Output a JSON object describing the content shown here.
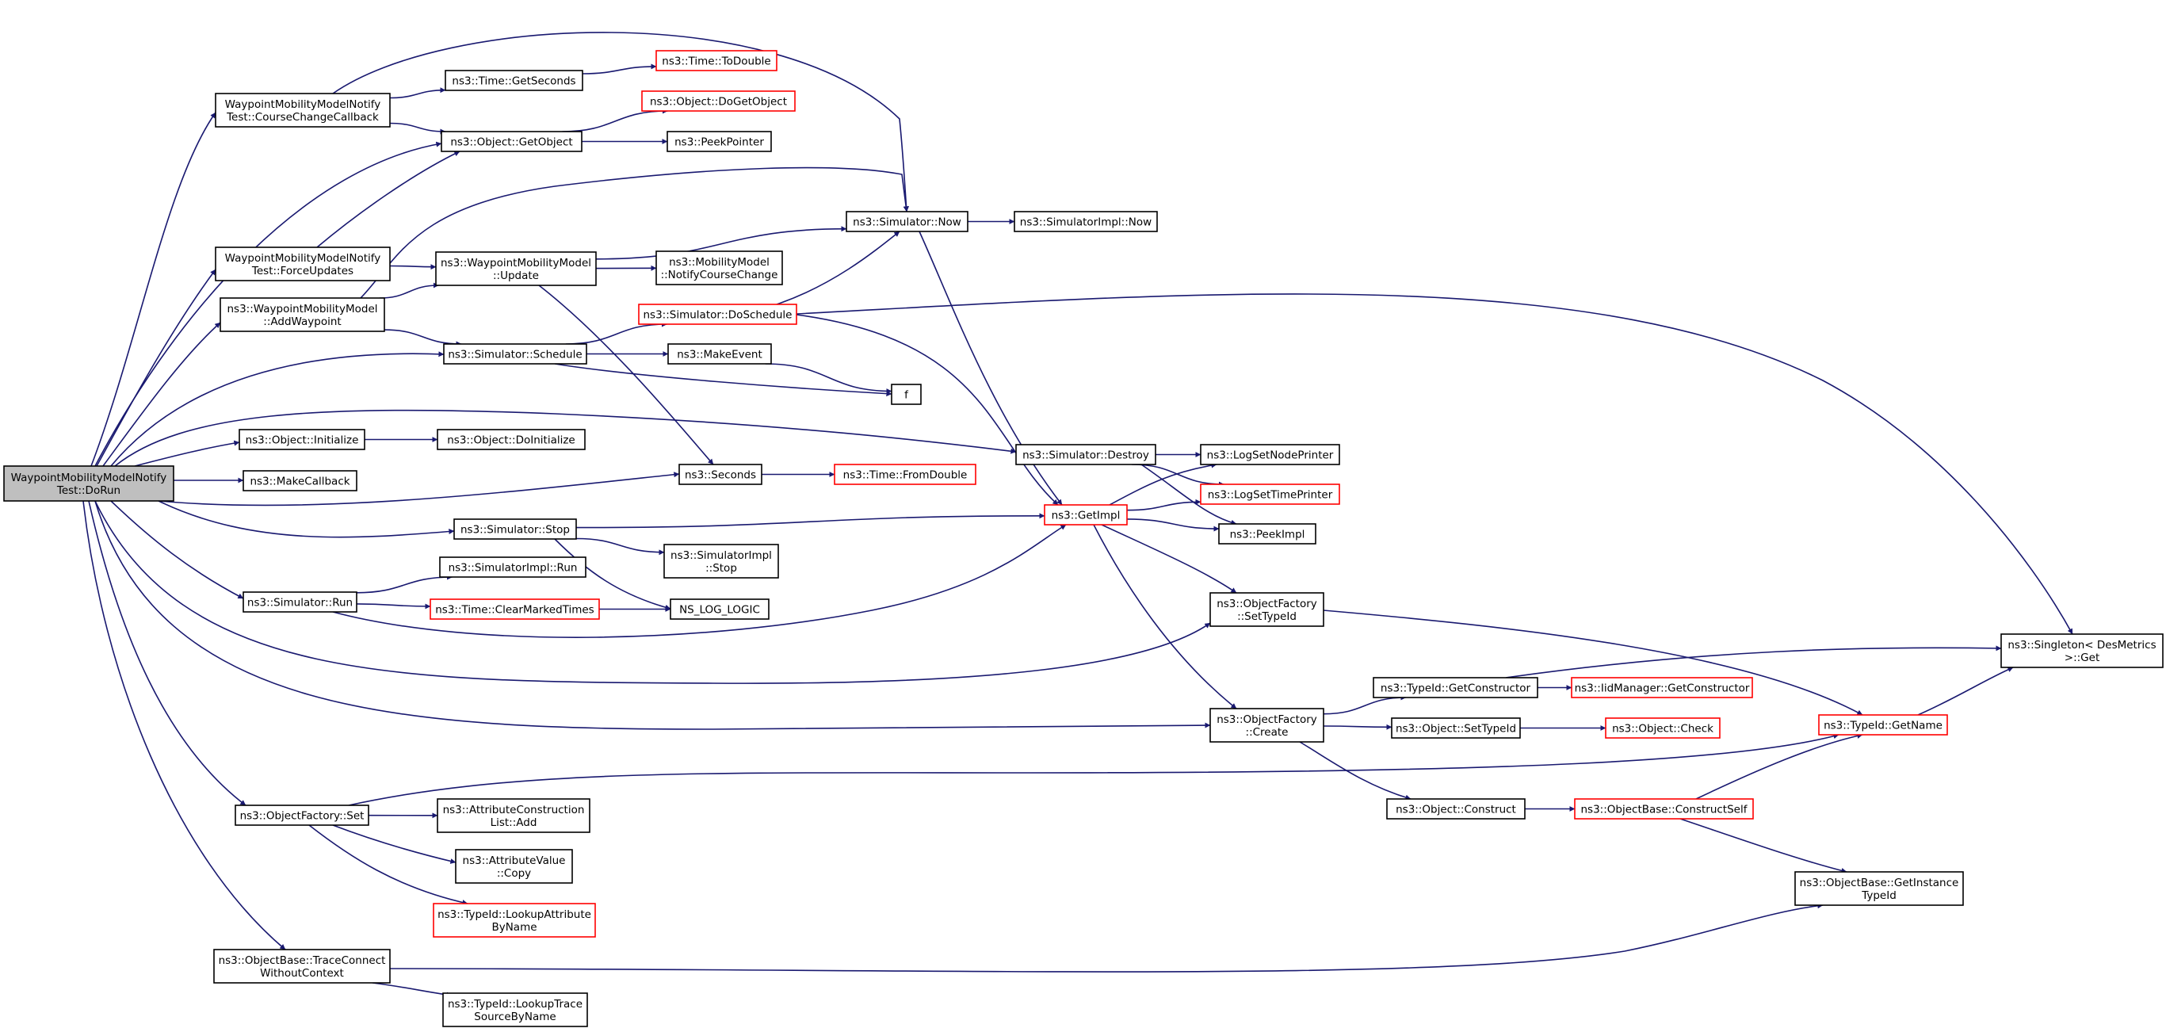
{
  "colors": {
    "edge": "#191970",
    "node_border": "#000000",
    "truncated_border": "#ff0000",
    "root_fill": "#bfbfbf",
    "node_fill": "#ffffff"
  },
  "nodes": [
    {
      "id": "root",
      "lines": [
        "WaypointMobilityModelNotify",
        "Test::DoRun"
      ],
      "style": "root"
    },
    {
      "id": "ccb",
      "lines": [
        "WaypointMobilityModelNotify",
        "Test::CourseChangeCallback"
      ],
      "style": "normal"
    },
    {
      "id": "getseconds",
      "lines": [
        "ns3::Time::GetSeconds"
      ],
      "style": "normal"
    },
    {
      "id": "todouble",
      "lines": [
        "ns3::Time::ToDouble"
      ],
      "style": "truncated"
    },
    {
      "id": "dogetobject",
      "lines": [
        "ns3::Object::DoGetObject"
      ],
      "style": "truncated"
    },
    {
      "id": "getobject",
      "lines": [
        "ns3::Object::GetObject"
      ],
      "style": "normal"
    },
    {
      "id": "peekpointer",
      "lines": [
        "ns3::PeekPointer"
      ],
      "style": "normal"
    },
    {
      "id": "forceupdates",
      "lines": [
        "WaypointMobilityModelNotify",
        "Test::ForceUpdates"
      ],
      "style": "normal"
    },
    {
      "id": "now",
      "lines": [
        "ns3::Simulator::Now"
      ],
      "style": "normal"
    },
    {
      "id": "implnow",
      "lines": [
        "ns3::SimulatorImpl::Now"
      ],
      "style": "normal"
    },
    {
      "id": "update",
      "lines": [
        "ns3::WaypointMobilityModel",
        "::Update"
      ],
      "style": "normal"
    },
    {
      "id": "notifycc",
      "lines": [
        "ns3::MobilityModel",
        "::NotifyCourseChange"
      ],
      "style": "normal"
    },
    {
      "id": "addwaypoint",
      "lines": [
        "ns3::WaypointMobilityModel",
        "::AddWaypoint"
      ],
      "style": "normal"
    },
    {
      "id": "doschedule",
      "lines": [
        "ns3::Simulator::DoSchedule"
      ],
      "style": "truncated"
    },
    {
      "id": "schedule",
      "lines": [
        "ns3::Simulator::Schedule"
      ],
      "style": "normal"
    },
    {
      "id": "makeevent",
      "lines": [
        "ns3::MakeEvent"
      ],
      "style": "normal"
    },
    {
      "id": "f",
      "lines": [
        "f"
      ],
      "style": "normal"
    },
    {
      "id": "initialize",
      "lines": [
        "ns3::Object::Initialize"
      ],
      "style": "normal"
    },
    {
      "id": "doinitialize",
      "lines": [
        "ns3::Object::DoInitialize"
      ],
      "style": "normal"
    },
    {
      "id": "destroy",
      "lines": [
        "ns3::Simulator::Destroy"
      ],
      "style": "normal"
    },
    {
      "id": "lognode",
      "lines": [
        "ns3::LogSetNodePrinter"
      ],
      "style": "normal"
    },
    {
      "id": "logtime",
      "lines": [
        "ns3::LogSetTimePrinter"
      ],
      "style": "truncated"
    },
    {
      "id": "makecallback",
      "lines": [
        "ns3::MakeCallback"
      ],
      "style": "normal"
    },
    {
      "id": "seconds",
      "lines": [
        "ns3::Seconds"
      ],
      "style": "normal"
    },
    {
      "id": "fromdouble",
      "lines": [
        "ns3::Time::FromDouble"
      ],
      "style": "truncated"
    },
    {
      "id": "getimpl",
      "lines": [
        "ns3::GetImpl"
      ],
      "style": "truncated"
    },
    {
      "id": "peekimpl",
      "lines": [
        "ns3::PeekImpl"
      ],
      "style": "normal"
    },
    {
      "id": "stop",
      "lines": [
        "ns3::Simulator::Stop"
      ],
      "style": "normal"
    },
    {
      "id": "implstop",
      "lines": [
        "ns3::SimulatorImpl",
        "::Stop"
      ],
      "style": "normal"
    },
    {
      "id": "run",
      "lines": [
        "ns3::Simulator::Run"
      ],
      "style": "normal"
    },
    {
      "id": "implrun",
      "lines": [
        "ns3::SimulatorImpl::Run"
      ],
      "style": "normal"
    },
    {
      "id": "clearmarked",
      "lines": [
        "ns3::Time::ClearMarkedTimes"
      ],
      "style": "truncated"
    },
    {
      "id": "nslog",
      "lines": [
        "NS_LOG_LOGIC"
      ],
      "style": "normal"
    },
    {
      "id": "settypeid_factory",
      "lines": [
        "ns3::ObjectFactory",
        "::SetTypeId"
      ],
      "style": "normal"
    },
    {
      "id": "singleton",
      "lines": [
        "ns3::Singleton< DesMetrics",
        " >::Get"
      ],
      "style": "normal"
    },
    {
      "id": "getconstructor",
      "lines": [
        "ns3::TypeId::GetConstructor"
      ],
      "style": "normal"
    },
    {
      "id": "iidmanager",
      "lines": [
        "ns3::IidManager::GetConstructor"
      ],
      "style": "truncated"
    },
    {
      "id": "create",
      "lines": [
        "ns3::ObjectFactory",
        "::Create"
      ],
      "style": "normal"
    },
    {
      "id": "objsettypeid",
      "lines": [
        "ns3::Object::SetTypeId"
      ],
      "style": "normal"
    },
    {
      "id": "check",
      "lines": [
        "ns3::Object::Check"
      ],
      "style": "truncated"
    },
    {
      "id": "getname",
      "lines": [
        "ns3::TypeId::GetName"
      ],
      "style": "truncated"
    },
    {
      "id": "factoryset",
      "lines": [
        "ns3::ObjectFactory::Set"
      ],
      "style": "normal"
    },
    {
      "id": "attrconstr",
      "lines": [
        "ns3::AttributeConstruction",
        "List::Add"
      ],
      "style": "normal"
    },
    {
      "id": "construct",
      "lines": [
        "ns3::Object::Construct"
      ],
      "style": "normal"
    },
    {
      "id": "constructself",
      "lines": [
        "ns3::ObjectBase::ConstructSelf"
      ],
      "style": "truncated"
    },
    {
      "id": "attrcopy",
      "lines": [
        "ns3::AttributeValue",
        "::Copy"
      ],
      "style": "normal"
    },
    {
      "id": "lookupattr",
      "lines": [
        "ns3::TypeId::LookupAttribute",
        "ByName"
      ],
      "style": "truncated"
    },
    {
      "id": "getinstance",
      "lines": [
        "ns3::ObjectBase::GetInstance",
        "TypeId"
      ],
      "style": "normal"
    },
    {
      "id": "traceconnect",
      "lines": [
        "ns3::ObjectBase::TraceConnect",
        "WithoutContext"
      ],
      "style": "normal"
    },
    {
      "id": "lookuptrace",
      "lines": [
        "ns3::TypeId::LookupTrace",
        "SourceByName"
      ],
      "style": "normal"
    }
  ],
  "edges": [
    {
      "from": "root",
      "to": "ccb"
    },
    {
      "from": "root",
      "to": "getobject"
    },
    {
      "from": "root",
      "to": "forceupdates"
    },
    {
      "from": "root",
      "to": "addwaypoint"
    },
    {
      "from": "root",
      "to": "schedule"
    },
    {
      "from": "root",
      "to": "destroy"
    },
    {
      "from": "root",
      "to": "initialize"
    },
    {
      "from": "root",
      "to": "makecallback"
    },
    {
      "from": "root",
      "to": "seconds"
    },
    {
      "from": "root",
      "to": "stop"
    },
    {
      "from": "root",
      "to": "run"
    },
    {
      "from": "root",
      "to": "settypeid_factory"
    },
    {
      "from": "root",
      "to": "create"
    },
    {
      "from": "root",
      "to": "factoryset"
    },
    {
      "from": "root",
      "to": "traceconnect"
    },
    {
      "from": "ccb",
      "to": "getseconds"
    },
    {
      "from": "ccb",
      "to": "getobject"
    },
    {
      "from": "ccb",
      "to": "now"
    },
    {
      "from": "getseconds",
      "to": "todouble"
    },
    {
      "from": "getobject",
      "to": "dogetobject"
    },
    {
      "from": "getobject",
      "to": "peekpointer"
    },
    {
      "from": "forceupdates",
      "to": "getobject"
    },
    {
      "from": "forceupdates",
      "to": "update"
    },
    {
      "from": "addwaypoint",
      "to": "update"
    },
    {
      "from": "addwaypoint",
      "to": "schedule"
    },
    {
      "from": "addwaypoint",
      "to": "now"
    },
    {
      "from": "update",
      "to": "now"
    },
    {
      "from": "update",
      "to": "notifycc"
    },
    {
      "from": "update",
      "to": "seconds"
    },
    {
      "from": "now",
      "to": "implnow"
    },
    {
      "from": "now",
      "to": "getimpl"
    },
    {
      "from": "schedule",
      "to": "doschedule"
    },
    {
      "from": "schedule",
      "to": "makeevent"
    },
    {
      "from": "schedule",
      "to": "f"
    },
    {
      "from": "makeevent",
      "to": "f"
    },
    {
      "from": "doschedule",
      "to": "now"
    },
    {
      "from": "doschedule",
      "to": "getimpl"
    },
    {
      "from": "doschedule",
      "to": "singleton"
    },
    {
      "from": "initialize",
      "to": "doinitialize"
    },
    {
      "from": "destroy",
      "to": "lognode"
    },
    {
      "from": "destroy",
      "to": "logtime"
    },
    {
      "from": "destroy",
      "to": "peekimpl"
    },
    {
      "from": "seconds",
      "to": "fromdouble"
    },
    {
      "from": "getimpl",
      "to": "lognode"
    },
    {
      "from": "getimpl",
      "to": "logtime"
    },
    {
      "from": "getimpl",
      "to": "peekimpl"
    },
    {
      "from": "getimpl",
      "to": "settypeid_factory"
    },
    {
      "from": "getimpl",
      "to": "create"
    },
    {
      "from": "stop",
      "to": "getimpl"
    },
    {
      "from": "stop",
      "to": "implstop"
    },
    {
      "from": "stop",
      "to": "nslog"
    },
    {
      "from": "run",
      "to": "implrun"
    },
    {
      "from": "run",
      "to": "clearmarked"
    },
    {
      "from": "run",
      "to": "getimpl"
    },
    {
      "from": "clearmarked",
      "to": "nslog"
    },
    {
      "from": "settypeid_factory",
      "to": "getname"
    },
    {
      "from": "create",
      "to": "getconstructor"
    },
    {
      "from": "create",
      "to": "objsettypeid"
    },
    {
      "from": "create",
      "to": "construct"
    },
    {
      "from": "getconstructor",
      "to": "iidmanager"
    },
    {
      "from": "getconstructor",
      "to": "singleton"
    },
    {
      "from": "objsettypeid",
      "to": "check"
    },
    {
      "from": "getname",
      "to": "singleton"
    },
    {
      "from": "construct",
      "to": "constructself"
    },
    {
      "from": "constructself",
      "to": "getname"
    },
    {
      "from": "constructself",
      "to": "getinstance"
    },
    {
      "from": "factoryset",
      "to": "attrconstr"
    },
    {
      "from": "factoryset",
      "to": "attrcopy"
    },
    {
      "from": "factoryset",
      "to": "lookupattr"
    },
    {
      "from": "factoryset",
      "to": "getname"
    },
    {
      "from": "traceconnect",
      "to": "getinstance"
    },
    {
      "from": "traceconnect",
      "to": "lookuptrace"
    }
  ]
}
